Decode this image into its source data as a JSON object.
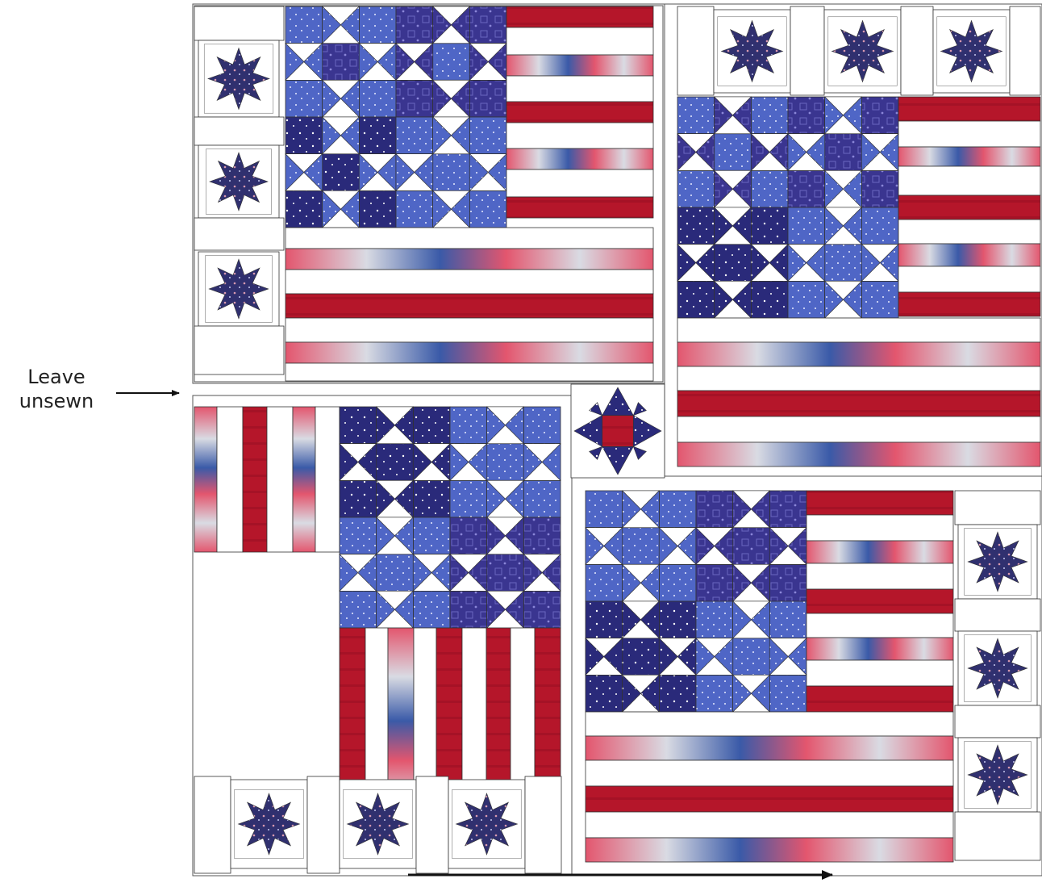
{
  "annotation": {
    "label_line1": "Leave",
    "label_line2": "unsewn"
  },
  "fabrics": {
    "navy": "#2a2a7a",
    "royal": "#4f66c6",
    "purple": "#3a3590",
    "red": "#b5162a",
    "white": "#ffffff",
    "outline": "#333333",
    "bandana_pink": "#e3566e",
    "bandana_blue": "#3a5aa8",
    "bandana_grey": "#d9dbe3"
  },
  "blocks": [
    {
      "name": "flag-block-top-left",
      "orientation": "horizontal"
    },
    {
      "name": "flag-block-top-right",
      "orientation": "horizontal"
    },
    {
      "name": "flag-block-bottom-left",
      "orientation": "vertical"
    },
    {
      "name": "flag-block-bottom-right",
      "orientation": "horizontal"
    }
  ],
  "center_star": {
    "name": "center-star-block"
  }
}
